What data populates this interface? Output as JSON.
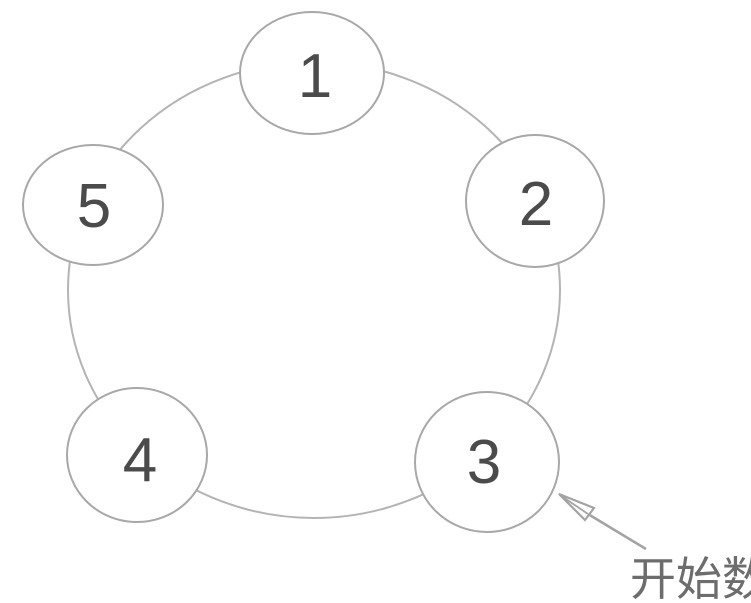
{
  "diagram": {
    "nodes": [
      {
        "label": "1"
      },
      {
        "label": "2"
      },
      {
        "label": "3"
      },
      {
        "label": "4"
      },
      {
        "label": "5"
      }
    ],
    "arrangement": "clockwise",
    "annotation": {
      "label": "开始数",
      "target_node": "3"
    }
  },
  "colors": {
    "background": "#ffffff",
    "ring_stroke": "#b4b4b4",
    "node_stroke": "#a8a8a8",
    "node_fill": "#ffffff",
    "node_label": "#4b4b4b",
    "arrow": "#a3a3a3",
    "arrow_head_fill": "#ffffff",
    "annotation_text": "#6d6d6d"
  }
}
